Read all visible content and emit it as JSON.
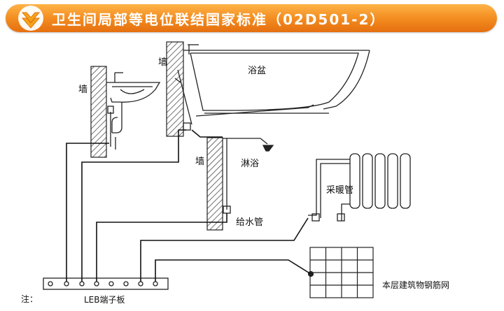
{
  "header": {
    "title": "卫生间局部等电位联结国家标准（02D501-2）",
    "accent_color": "#f28a1e",
    "icon": "down-arrow-icon"
  },
  "labels": {
    "wall_sink": "墙",
    "wall_bathtub": "墙",
    "wall_shower": "墙",
    "bathtub": "浴盆",
    "shower": "淋浴",
    "heating_pipe": "采暖管",
    "water_supply_pipe": "给水管",
    "leb_terminal_board": "LEB端子板",
    "building_rebar_mesh": "本层建筑物钢筋网",
    "note": "注："
  }
}
